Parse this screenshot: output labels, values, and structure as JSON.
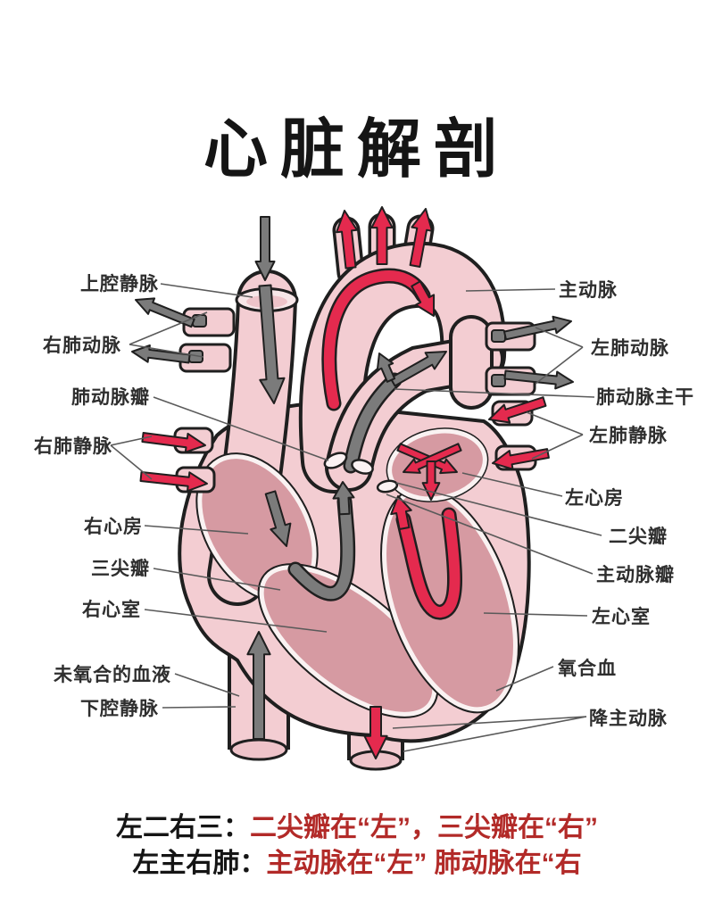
{
  "title": "心脏解剖",
  "colors": {
    "pink": "#f3cdd2",
    "pink-light": "#f7e6e8",
    "pink-inner": "#eec3c9",
    "chamber": "#d69aa2",
    "red": "#e42a4e",
    "gray": "#7b7b7b",
    "dark": "#1f1f1f",
    "leader": "#5a5a5a",
    "ink": "#151515",
    "label": "#2e2e2e",
    "mnemonic-red": "#b22a28"
  },
  "labels": {
    "left": [
      {
        "id": "superior-vena-cava",
        "text": "上腔静脉"
      },
      {
        "id": "right-pulmonary-artery",
        "text": "右肺动脉"
      },
      {
        "id": "pulmonary-valve",
        "text": "肺动脉瓣"
      },
      {
        "id": "right-pulmonary-veins",
        "text": "右肺静脉"
      },
      {
        "id": "right-atrium",
        "text": "右心房"
      },
      {
        "id": "tricuspid-valve",
        "text": "三尖瓣"
      },
      {
        "id": "right-ventricle",
        "text": "右心室"
      },
      {
        "id": "deoxygenated-blood",
        "text": "未氧合的血液"
      },
      {
        "id": "inferior-vena-cava",
        "text": "下腔静脉"
      }
    ],
    "right": [
      {
        "id": "aorta",
        "text": "主动脉"
      },
      {
        "id": "left-pulmonary-artery",
        "text": "左肺动脉"
      },
      {
        "id": "pulmonary-trunk",
        "text": "肺动脉主干"
      },
      {
        "id": "left-pulmonary-veins",
        "text": "左肺静脉"
      },
      {
        "id": "left-atrium",
        "text": "左心房"
      },
      {
        "id": "mitral-valve",
        "text": "二尖瓣"
      },
      {
        "id": "aortic-valve",
        "text": "主动脉瓣"
      },
      {
        "id": "left-ventricle",
        "text": "左心室"
      },
      {
        "id": "oxygenated-blood",
        "text": "氧合血"
      },
      {
        "id": "descending-aorta",
        "text": "降主动脉"
      }
    ]
  },
  "mnemonic": {
    "line1_black": "左二右三：",
    "line1_red": "二尖瓣在“左”，三尖瓣在“右”",
    "line2_black": "左主右肺：",
    "line2_red": "主动脉在“左” 肺动脉在“右"
  }
}
